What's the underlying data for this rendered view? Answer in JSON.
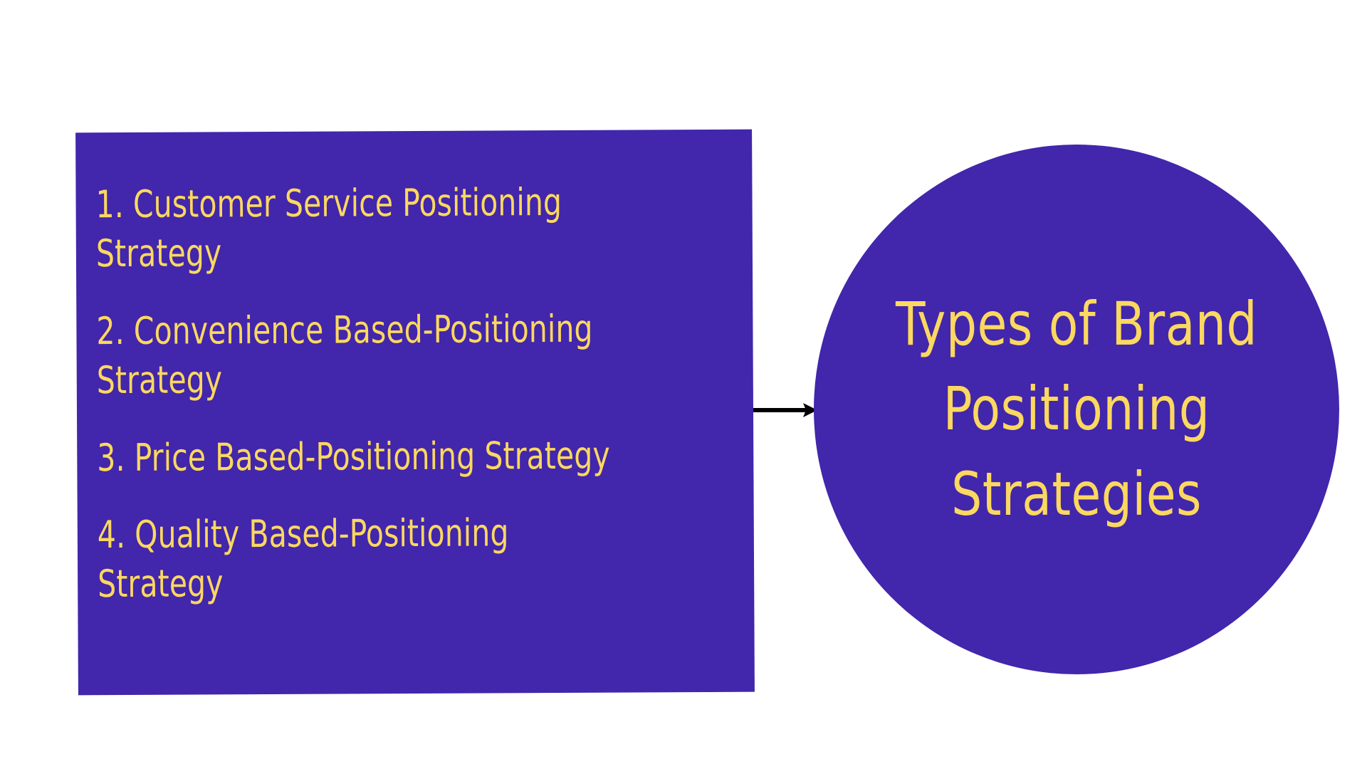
{
  "diagram": {
    "type": "process-flow",
    "background_color": "#ffffff",
    "accent_fill": "#4226ab",
    "accent_text": "#fbd85f",
    "connector_color": "#000000"
  },
  "list_node": {
    "shape": "rectangle",
    "fill": "#4226ab",
    "text_color": "#fbd85f",
    "items": [
      {
        "number": "1.",
        "text": "1. Customer Service Positioning Strategy"
      },
      {
        "number": "2.",
        "text": "2. Convenience Based-Positioning Strategy"
      },
      {
        "number": "3.",
        "text": "3. Price Based-Positioning Strategy"
      },
      {
        "number": "4.",
        "text": "4. Quality Based-Positioning Strategy"
      }
    ]
  },
  "connector": {
    "icon": "arrow-right-icon",
    "direction": "right",
    "color": "#000000"
  },
  "circle_node": {
    "shape": "circle",
    "fill": "#4226ab",
    "text_color": "#fbd85f",
    "title": "Types of Brand Positioning Strategies",
    "lines": [
      "Types of Brand",
      "Positioning",
      "Strategies"
    ]
  }
}
